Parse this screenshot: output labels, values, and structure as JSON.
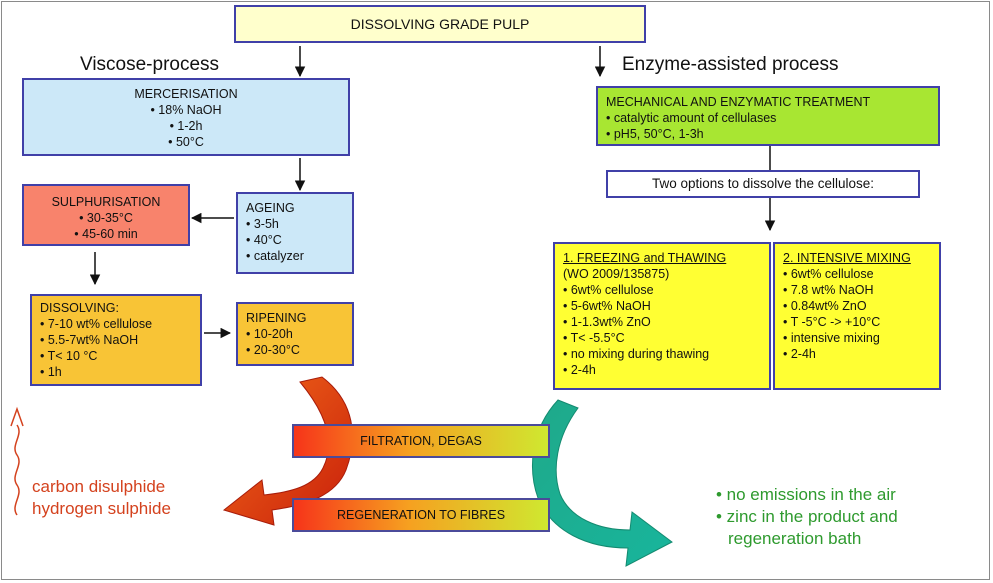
{
  "title": "DISSOLVING GRADE PULP",
  "viscose": {
    "heading": "Viscose-process",
    "mercerisation": {
      "title": "MERCERISATION",
      "items": [
        "• 18% NaOH",
        "• 1-2h",
        "• 50°C"
      ]
    },
    "ageing": {
      "title": "AGEING",
      "items": [
        "• 3-5h",
        "• 40°C",
        "• catalyzer"
      ]
    },
    "sulphurisation": {
      "title": "SULPHURISATION",
      "items": [
        "• 30-35°C",
        "• 45-60 min"
      ]
    },
    "dissolving": {
      "title": "DISSOLVING:",
      "items": [
        "• 7-10 wt% cellulose",
        "• 5.5-7wt% NaOH",
        "• T< 10 °C",
        "• 1h"
      ]
    },
    "ripening": {
      "title": "RIPENING",
      "items": [
        "• 10-20h",
        "• 20-30°C"
      ]
    },
    "emissions": [
      "carbon disulphide",
      "hydrogen sulphide"
    ]
  },
  "enzyme": {
    "heading": "Enzyme-assisted process",
    "treatment": {
      "title": "MECHANICAL AND ENZYMATIC TREATMENT",
      "items": [
        "• catalytic amount of cellulases",
        "• pH5, 50°C, 1-3h"
      ]
    },
    "options": "Two options to dissolve the cellulose:",
    "freezing": {
      "title": "1. FREEZING and THAWING",
      "subtitle": "(WO 2009/135875)",
      "items": [
        "• 6wt% cellulose",
        "• 5-6wt% NaOH",
        "• 1-1.3wt% ZnO",
        "• T< -5.5°C",
        "• no mixing during thawing",
        "• 2-4h"
      ]
    },
    "mixing": {
      "title": "2. INTENSIVE MIXING",
      "items": [
        "• 6wt% cellulose",
        "• 7.8 wt% NaOH",
        "• 0.84wt% ZnO",
        "• T -5°C -> +10°C",
        "• intensive mixing",
        "• 2-4h"
      ]
    },
    "benefits": [
      "• no emissions in the air",
      "• zinc in the product and",
      "regeneration bath"
    ]
  },
  "filtration": "FILTRATION, DEGAS",
  "regeneration": "REGENERATION TO FIBRES",
  "colors": {
    "title_bg": "#ffffcc",
    "blue_box": "#cce8f8",
    "salmon_box": "#f8836c",
    "orange_box": "#f8c436",
    "green_box": "#a8e632",
    "yellow_box": "#ffff33",
    "emission_text": "#d4421e",
    "benefit_text": "#2e9a2e"
  }
}
